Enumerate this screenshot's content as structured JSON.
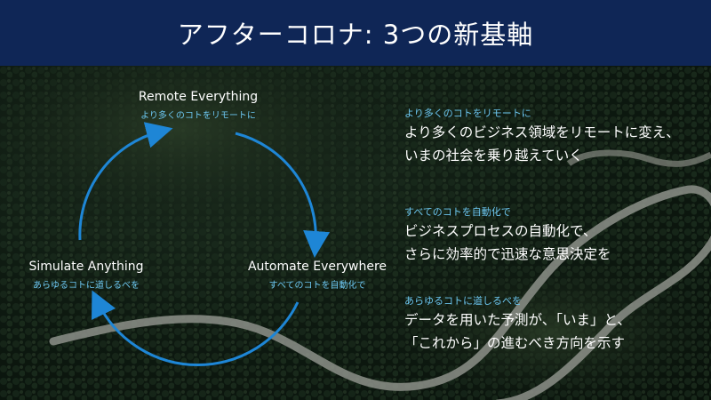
{
  "slide": {
    "title": "アフターコロナ: 3つの新基軸"
  },
  "cycle": {
    "nodes": [
      {
        "en": "Remote Everything",
        "jp": "より多くのコトをリモートに"
      },
      {
        "en": "Automate Everywhere",
        "jp": "すべてのコトを自動化で"
      },
      {
        "en": "Simulate Anything",
        "jp": "あらゆるコトに道しるべを"
      }
    ]
  },
  "points": [
    {
      "heading": "より多くのコトをリモートに",
      "line1": "より多くのビジネス領域をリモートに変え、",
      "line2": "いまの社会を乗り越えていく"
    },
    {
      "heading": "すべてのコトを自動化で",
      "line1": "ビジネスプロセスの自動化で、",
      "line2": "さらに効率的で迅速な意思決定を"
    },
    {
      "heading": "あらゆるコトに道しるべを",
      "line1": "データを用いた予測が、「いま」と、",
      "line2": "「これから」の進むべき方向を示す"
    }
  ],
  "colors": {
    "title_bg": "#0f2656",
    "accent": "#6cc6f0",
    "arrow": "#1e86d6"
  }
}
